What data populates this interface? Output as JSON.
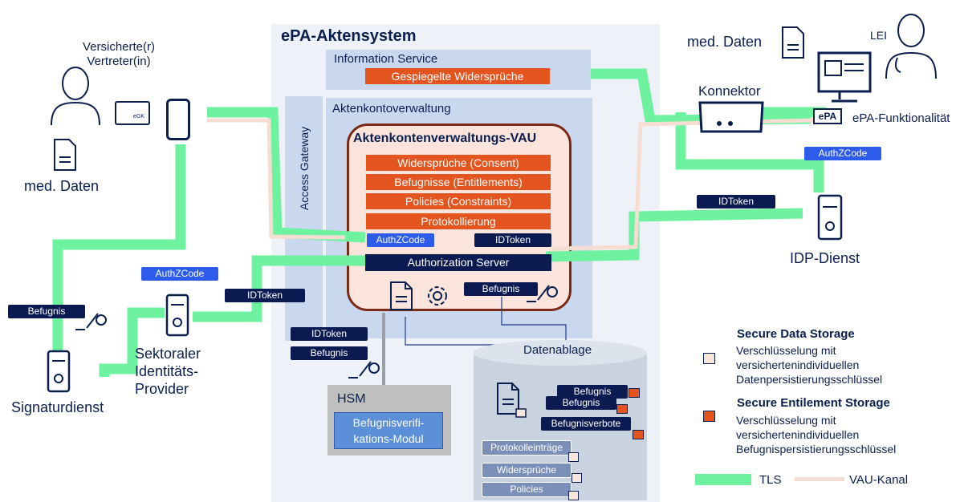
{
  "system": {
    "title": "ePA-Aktensystem",
    "information_service": "Information Service",
    "mirrored_objections": "Gespiegelte Widersprüche",
    "access_gateway": "Access Gateway",
    "account_management": "Aktenkontoverwaltung",
    "vau_title": "Aktenkontenverwaltungs-VAU",
    "vau_items": [
      "Widersprüche (Consent)",
      "Befugnisse (Entitlements)",
      "Policies (Constraints)",
      "Protokollierung"
    ],
    "authorization_server": "Authorization Server",
    "datenablage": "Datenablage",
    "hsm_title": "HSM",
    "hsm_module": "Befugnisverifi-\nkations-Modul",
    "storage_items": [
      "Protokolleinträge",
      "Widersprüche",
      "Policies"
    ],
    "storage_entitlements": [
      "Befugnis",
      "Befugnis",
      "Befugnisverbote"
    ]
  },
  "tokens": {
    "authzcode": "AuthZCode",
    "idtoken": "IDToken",
    "befugnis": "Befugnis"
  },
  "left": {
    "insured": "Versicherte(r)\nVertreter(in)",
    "med_data": "med. Daten",
    "egk": "eGK",
    "idp": "Sektoraler\nIdentitäts-\nProvider",
    "signature": "Signaturdienst"
  },
  "right": {
    "med_data": "med. Daten",
    "lei": "LEI",
    "connector": "Konnektor",
    "epa_badge": "ePA",
    "epa_function": "ePA-Funktionalität",
    "idp_service": "IDP-Dienst"
  },
  "legend": {
    "secure_data_title": "Secure Data Storage",
    "secure_data_text": "Verschlüsselung mit\nversicherten­individuellen\nDatenpersistierungsschlüssel",
    "secure_ent_title": "Secure Entilement Storage",
    "secure_ent_text": "Verschlüsselung mit\nversicherten­individuellen\nBefugnispersistierungsschlüssel",
    "tls": "TLS",
    "vau": "VAU-Kanal"
  },
  "colors": {
    "tls": "#6ef2a0",
    "vau": "#f6ddd2",
    "navy": "#0c1a52",
    "orange": "#e4541f",
    "panel": "#eef1f8",
    "panel_inner": "#c9d8ef"
  }
}
